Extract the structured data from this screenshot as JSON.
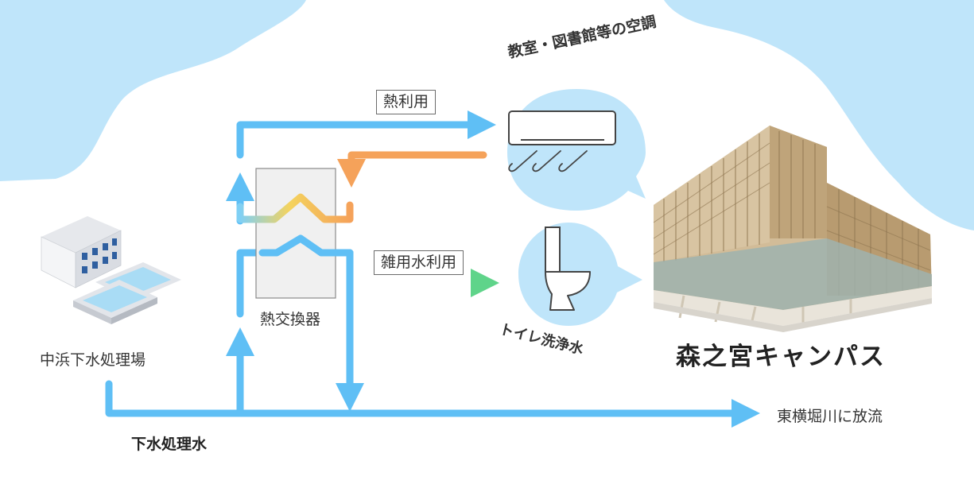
{
  "labels": {
    "plant": "中浜下水処理場",
    "treated_water": "下水処理水",
    "heat_exchanger": "熱交換器",
    "heat_use": "熱利用",
    "gray_water_use": "雑用水利用",
    "discharge": "東横堀川に放流",
    "campus": "森之宮キャンパス",
    "air_conditioning": "教室・図書館等の空調",
    "toilet_flush": "トイレ洗浄水"
  },
  "colors": {
    "sky": "#bfe5fa",
    "pipe_blue": "#5fbff5",
    "pipe_orange": "#f5a25a",
    "pipe_green": "#5fd48a",
    "bubble": "#bfe5fa",
    "exchanger_fill": "#f0f0f0",
    "building_frame": "#c9b08a"
  },
  "icons": {
    "plant": "treatment-plant-icon",
    "air_conditioner": "air-conditioner-icon",
    "toilet": "toilet-icon",
    "building": "campus-building-illustration"
  }
}
